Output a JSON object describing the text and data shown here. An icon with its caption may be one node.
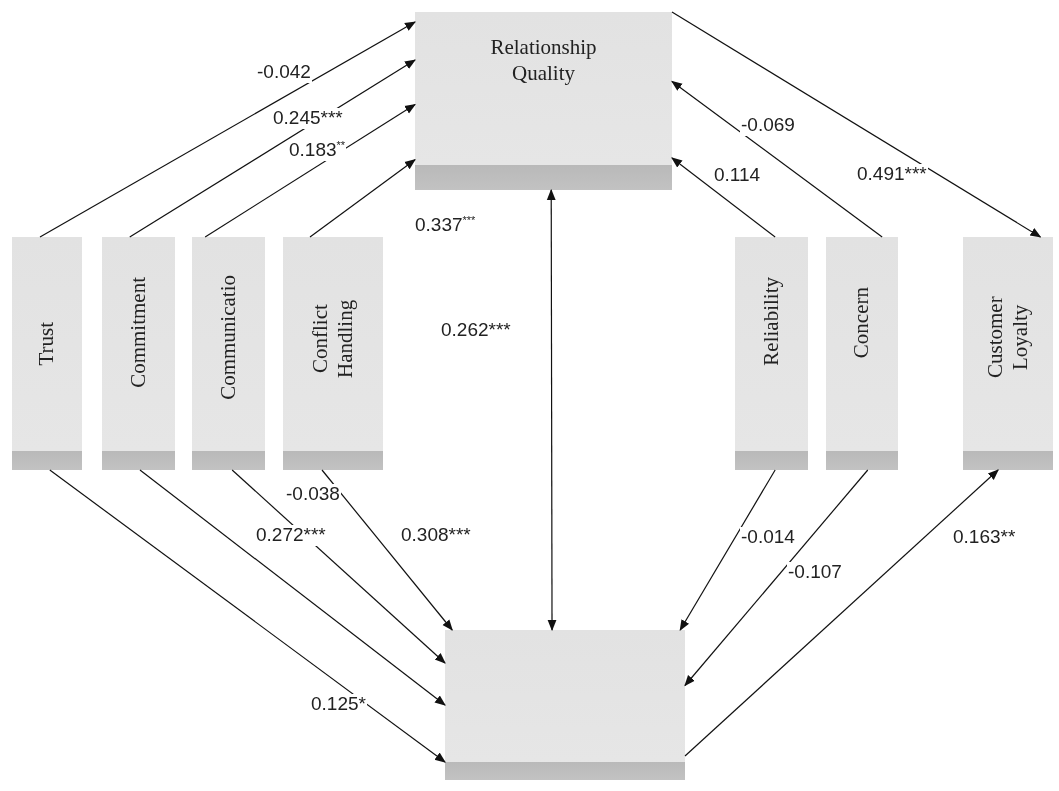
{
  "diagram": {
    "nodes": [
      {
        "text": [
          "Relationship Quality"
        ]
      },
      {
        "text": [
          "Trust"
        ]
      },
      {
        "text": [
          "Commitment"
        ]
      },
      {
        "text": [
          "Communicatio"
        ]
      },
      {
        "text": [
          "Conflict Handling"
        ]
      },
      {
        "text": [
          "Reliability"
        ]
      },
      {
        "text": [
          "Concern"
        ]
      },
      {
        "text": [
          "Customer Loyalty"
        ]
      },
      {
        "text": [],
        "shape": "box"
      }
    ],
    "edges": [
      {
        "from": 1,
        "to": 0,
        "arrow": "to",
        "label": "-0.042"
      },
      {
        "from": 2,
        "to": 0,
        "arrow": "to",
        "label": "0.245***"
      },
      {
        "from": 3,
        "to": 0,
        "arrow": "to",
        "label": "0.183$^{**}$"
      },
      {
        "from": 4,
        "to": 0,
        "arrow": "to",
        "label": "0.337$^{***}$"
      },
      {
        "from": 5,
        "to": 0,
        "arrow": "to",
        "label": "0.114"
      },
      {
        "from": 6,
        "to": 0,
        "arrow": "to",
        "label": "-0.069"
      },
      {
        "from": 0,
        "to": 7,
        "arrow": "to",
        "label": "0.491***"
      },
      {
        "from": 0,
        "to": 8,
        "arrow": "both",
        "label": "0.262***"
      },
      {
        "from": 1,
        "to": 8,
        "arrow": "to",
        "label": "0.125*"
      },
      {
        "from": 2,
        "to": 8,
        "arrow": "to",
        "label": "0.272***"
      },
      {
        "from": 3,
        "to": 8,
        "arrow": "to",
        "label": "-0.038"
      },
      {
        "from": 4,
        "to": 8,
        "arrow": "to",
        "label": "0.308***"
      },
      {
        "from": 5,
        "to": 8,
        "arrow": "to",
        "label": "-0.014"
      },
      {
        "from": 6,
        "to": 8,
        "arrow": "to",
        "label": "-0.107"
      },
      {
        "from": 8,
        "to": 7,
        "arrow": "to",
        "label": "0.163**"
      }
    ]
  }
}
